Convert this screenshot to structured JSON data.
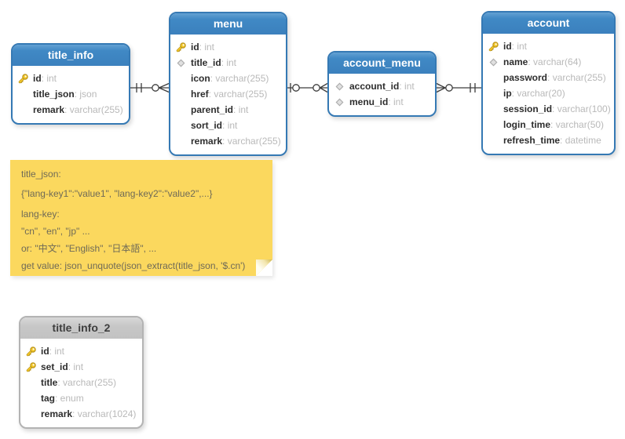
{
  "tables": [
    {
      "name": "title_info",
      "theme": "blue",
      "fields": [
        {
          "icon": "key",
          "name": "id",
          "type": "int"
        },
        {
          "icon": "none",
          "name": "title_json",
          "type": "json"
        },
        {
          "icon": "none",
          "name": "remark",
          "type": "varchar(255)"
        }
      ]
    },
    {
      "name": "menu",
      "theme": "blue",
      "fields": [
        {
          "icon": "key",
          "name": "id",
          "type": "int"
        },
        {
          "icon": "fk",
          "name": "title_id",
          "type": "int"
        },
        {
          "icon": "none",
          "name": "icon",
          "type": "varchar(255)"
        },
        {
          "icon": "none",
          "name": "href",
          "type": "varchar(255)"
        },
        {
          "icon": "none",
          "name": "parent_id",
          "type": "int"
        },
        {
          "icon": "none",
          "name": "sort_id",
          "type": "int"
        },
        {
          "icon": "none",
          "name": "remark",
          "type": "varchar(255)"
        }
      ]
    },
    {
      "name": "account_menu",
      "theme": "blue",
      "fields": [
        {
          "icon": "fk",
          "name": "account_id",
          "type": "int"
        },
        {
          "icon": "fk",
          "name": "menu_id",
          "type": "int"
        }
      ]
    },
    {
      "name": "account",
      "theme": "blue",
      "fields": [
        {
          "icon": "key",
          "name": "id",
          "type": "int"
        },
        {
          "icon": "fk",
          "name": "name",
          "type": "varchar(64)"
        },
        {
          "icon": "none",
          "name": "password",
          "type": "varchar(255)"
        },
        {
          "icon": "none",
          "name": "ip",
          "type": "varchar(20)"
        },
        {
          "icon": "none",
          "name": "session_id",
          "type": "varchar(100)"
        },
        {
          "icon": "none",
          "name": "login_time",
          "type": "varchar(50)"
        },
        {
          "icon": "none",
          "name": "refresh_time",
          "type": "datetime"
        }
      ]
    },
    {
      "name": "title_info_2",
      "theme": "gray",
      "fields": [
        {
          "icon": "key",
          "name": "id",
          "type": "int"
        },
        {
          "icon": "key",
          "name": "set_id",
          "type": "int"
        },
        {
          "icon": "none",
          "name": "title",
          "type": "varchar(255)"
        },
        {
          "icon": "none",
          "name": "tag",
          "type": "enum"
        },
        {
          "icon": "none",
          "name": "remark",
          "type": "varchar(1024)"
        }
      ]
    }
  ],
  "note": {
    "lines": [
      "title_json:",
      "{\"lang-key1\":\"value1\", \"lang-key2\":\"value2\",...}",
      "lang-key:",
      "\"cn\", \"en\", \"jp\" ...",
      "or: \"中文\", \"English\", \"日本語\", ...",
      "get value: json_unquote(json_extract(title_json, '$.cn')"
    ]
  },
  "relations": [
    {
      "from": "title_info",
      "to": "menu",
      "from_cardinality": "one and only one",
      "to_cardinality": "zero or many"
    },
    {
      "from": "menu",
      "to": "account_menu",
      "from_cardinality": "zero or one",
      "to_cardinality": "zero or many"
    },
    {
      "from": "account_menu",
      "to": "account",
      "from_cardinality": "zero or many",
      "to_cardinality": "one and only one"
    }
  ],
  "colors": {
    "table_header_blue": "#3e86c3",
    "table_border_blue": "#3579b4",
    "table_header_gray": "#c7c7c7",
    "table_border_gray": "#b3b3b3",
    "field_name_text": "#2d2d2d",
    "field_type_text": "#b9b9b9",
    "note_background": "#fbd85e",
    "note_text": "#6f6a57",
    "relation_line": "#3c3c3c",
    "primary_key_icon": "#f6c928",
    "foreign_key_icon": "#e0e0e0"
  }
}
